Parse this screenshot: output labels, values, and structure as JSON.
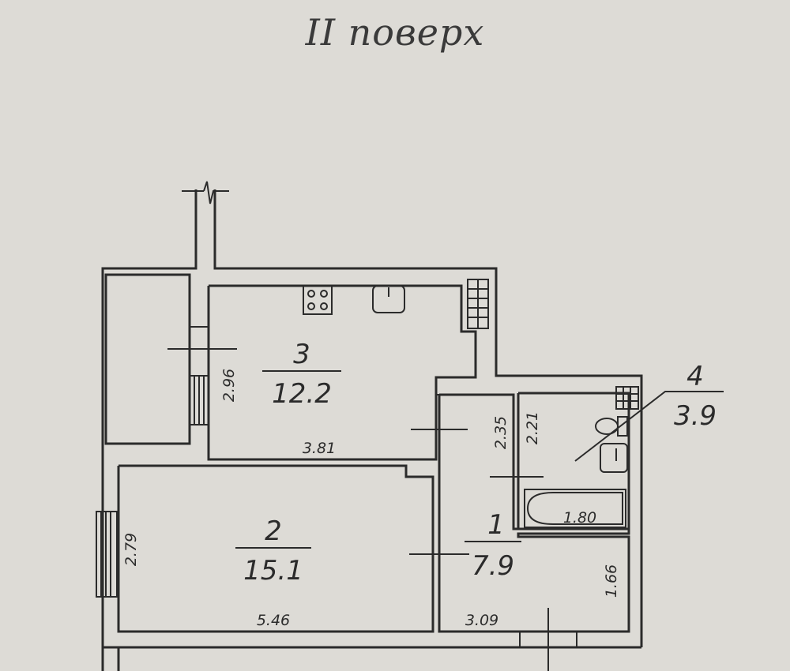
{
  "title": "II поверх",
  "rooms": [
    {
      "number": "1",
      "area": "7.9"
    },
    {
      "number": "2",
      "area": "15.1"
    },
    {
      "number": "3",
      "area": "12.2"
    },
    {
      "number": "4",
      "area": "3.9"
    }
  ],
  "dimensions": {
    "room3_height": "2.96",
    "room3_width": "3.81",
    "room2_height": "2.79",
    "room2_width": "5.46",
    "corridor_upper_height": "2.35",
    "bath_height": "2.21",
    "bath_width": "1.80",
    "corridor_lower_height": "1.66",
    "corridor_width": "3.09"
  }
}
